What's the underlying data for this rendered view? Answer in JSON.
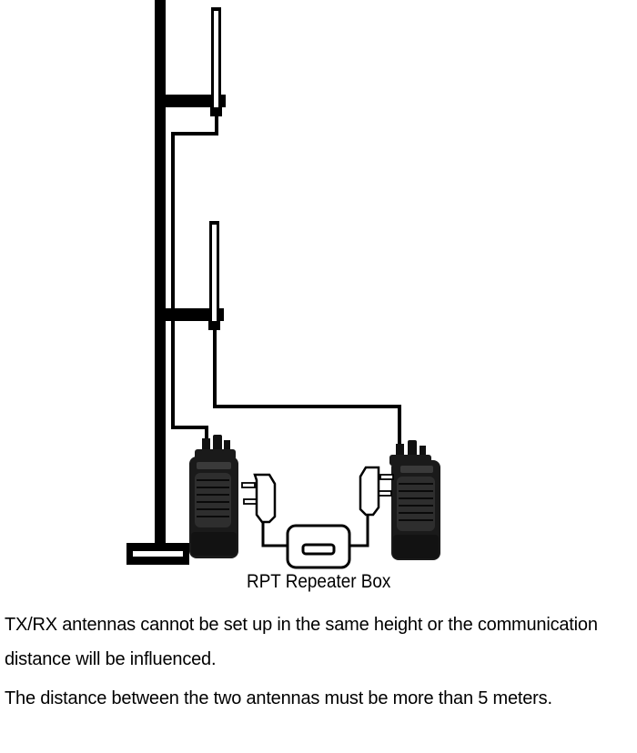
{
  "diagram": {
    "repeater_box_label": "RPT Repeater Box"
  },
  "notes": {
    "line1_part1": "TX/RX antennas cannot be set up in the same height or the communication",
    "line1_part2": "distance will be influenced.",
    "line2": "The distance between the two antennas must be more than 5 meters."
  },
  "colors": {
    "ink": "#000000",
    "radio_body": "#1a1a1a",
    "radio_grille": "#2e2e2e",
    "background": "#ffffff"
  }
}
